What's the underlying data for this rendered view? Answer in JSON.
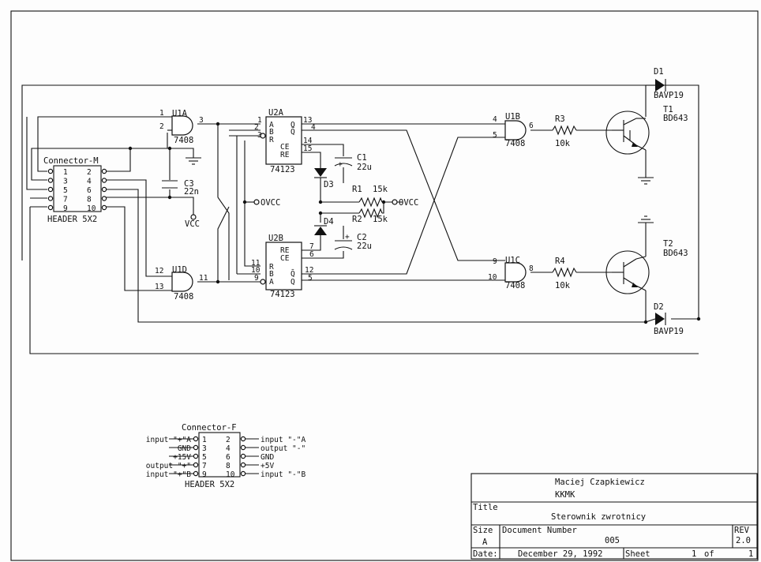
{
  "connector_m": {
    "title": "Connector-M",
    "footer": "HEADER 5X2",
    "pins_left": [
      "1",
      "3",
      "5",
      "7",
      "9"
    ],
    "pins_right": [
      "2",
      "4",
      "6",
      "8",
      "10"
    ]
  },
  "connector_f": {
    "title": "Connector-F",
    "footer": "HEADER 5X2",
    "pins_left": [
      "1",
      "3",
      "5",
      "7",
      "9"
    ],
    "pins_right": [
      "2",
      "4",
      "6",
      "8",
      "10"
    ],
    "labels_left": [
      "input \"+\"A",
      "GND",
      "+15V",
      "output \"+\"",
      "input \"+\"B"
    ],
    "labels_right": [
      "input \"-\"A",
      "output \"-\"",
      "GND",
      "+5V",
      "input \"-\"B"
    ]
  },
  "gates": {
    "u1a": {
      "name": "U1A",
      "type": "7408",
      "in1": "1",
      "in2": "2",
      "out": "3"
    },
    "u1b": {
      "name": "U1B",
      "type": "7408",
      "in1": "4",
      "in2": "5",
      "out": "6"
    },
    "u1c": {
      "name": "U1C",
      "type": "7408",
      "in1": "9",
      "in2": "10",
      "out": "8"
    },
    "u1d": {
      "name": "U1D",
      "type": "7408",
      "in1": "12",
      "in2": "13",
      "out": "11"
    }
  },
  "u2a": {
    "name": "U2A",
    "type": "74123",
    "pin_labels": [
      "A",
      "B",
      "R",
      "Q",
      "Q̄",
      "CE",
      "RE"
    ],
    "pins": [
      "1",
      "2",
      "3",
      "13",
      "4",
      "14",
      "15"
    ]
  },
  "u2b": {
    "name": "U2B",
    "type": "74123",
    "pin_labels": [
      "RE",
      "CE",
      "R",
      "B",
      "A",
      "Q̄",
      "Q"
    ],
    "pins": [
      "7",
      "6",
      "11",
      "10",
      "9",
      "12",
      "5"
    ]
  },
  "passives": {
    "c1": {
      "name": "C1",
      "value": "22u"
    },
    "c2": {
      "name": "C2",
      "value": "22u"
    },
    "c3": {
      "name": "C3",
      "value": "22n"
    },
    "r1": {
      "name": "R1",
      "value": "15k"
    },
    "r2": {
      "name": "R2",
      "value": "15k"
    },
    "r3": {
      "name": "R3",
      "value": "10k"
    },
    "r4": {
      "name": "R4",
      "value": "10k"
    },
    "d3": {
      "name": "D3"
    },
    "d4": {
      "name": "D4"
    }
  },
  "transistors": {
    "t1": {
      "name": "T1",
      "type": "BD643"
    },
    "t2": {
      "name": "T2",
      "type": "BD643"
    }
  },
  "diodes_out": {
    "d1": {
      "name": "D1",
      "type": "BAVP19"
    },
    "d2": {
      "name": "D2",
      "type": "BAVP19"
    }
  },
  "power": {
    "vcc": "VCC",
    "ovcc": "OVCC",
    "plus": "+"
  },
  "title_block": {
    "author": "Maciej Czapkiewicz",
    "org": "KKMK",
    "title_label": "Title",
    "title": "Sterownik zwrotnicy",
    "size_label": "Size",
    "size": "A",
    "docnum_label": "Document Number",
    "docnum": "005",
    "rev_label": "REV",
    "rev": "2.0",
    "date_label": "Date:",
    "date": "December 29, 1992",
    "sheet_label": "Sheet",
    "sheet": "1",
    "of_label": "of",
    "sheets": "1"
  }
}
